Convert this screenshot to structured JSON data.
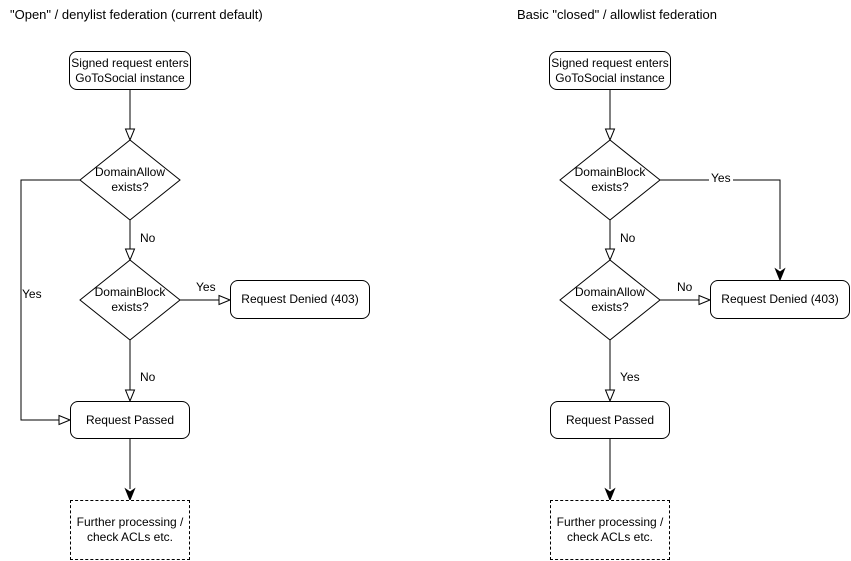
{
  "page": {
    "background_color": "#ffffff",
    "stroke_color": "#000000",
    "text_color": "#000000"
  },
  "left_chart": {
    "title": "\"Open\" / denylist federation (current default)",
    "nodes": {
      "start": "Signed request enters\nGoToSocial instance",
      "decision1": "DomainAllow\nexists?",
      "decision2": "DomainBlock\nexists?",
      "denied": "Request Denied (403)",
      "passed": "Request Passed",
      "further": "Further processing /\ncheck ACLs etc."
    },
    "edge_labels": {
      "decision1_no": "No",
      "decision1_yes": "Yes",
      "decision2_yes": "Yes",
      "decision2_no": "No"
    }
  },
  "right_chart": {
    "title": "Basic \"closed\" / allowlist federation",
    "nodes": {
      "start": "Signed request enters\nGoToSocial instance",
      "decision1": "DomainBlock\nexists?",
      "decision2": "DomainAllow\nexists?",
      "denied": "Request Denied (403)",
      "passed": "Request Passed",
      "further": "Further processing /\ncheck ACLs etc."
    },
    "edge_labels": {
      "decision1_yes": "Yes",
      "decision1_no": "No",
      "decision2_no": "No",
      "decision2_yes": "Yes"
    }
  }
}
